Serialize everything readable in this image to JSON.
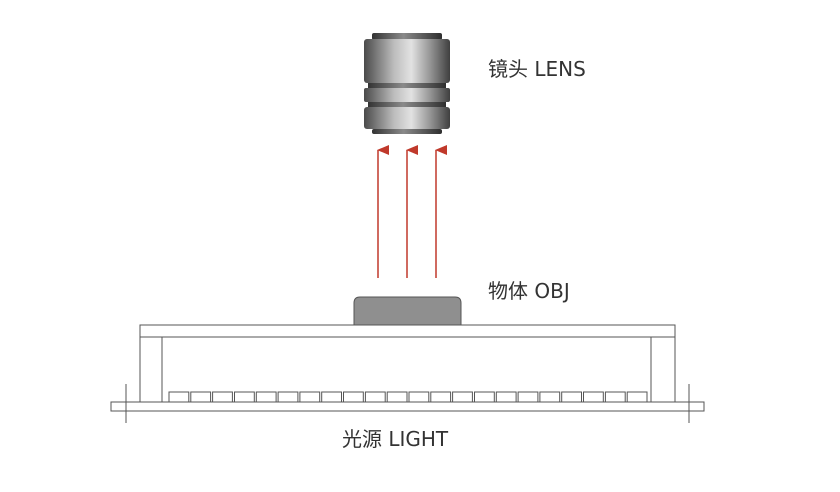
{
  "labels": {
    "lens": "镜头 LENS",
    "object": "物体 OBJ",
    "light": "光源 LIGHT"
  },
  "colors": {
    "arrow": "#c0392b",
    "frame": "#555555",
    "object_fill": "#8f8f8f",
    "lens_dark": "#4a4a4a",
    "lens_light": "#d8d8d8"
  },
  "icons": {
    "lens": "camera-lens-icon",
    "arrow": "arrow-up-icon"
  }
}
